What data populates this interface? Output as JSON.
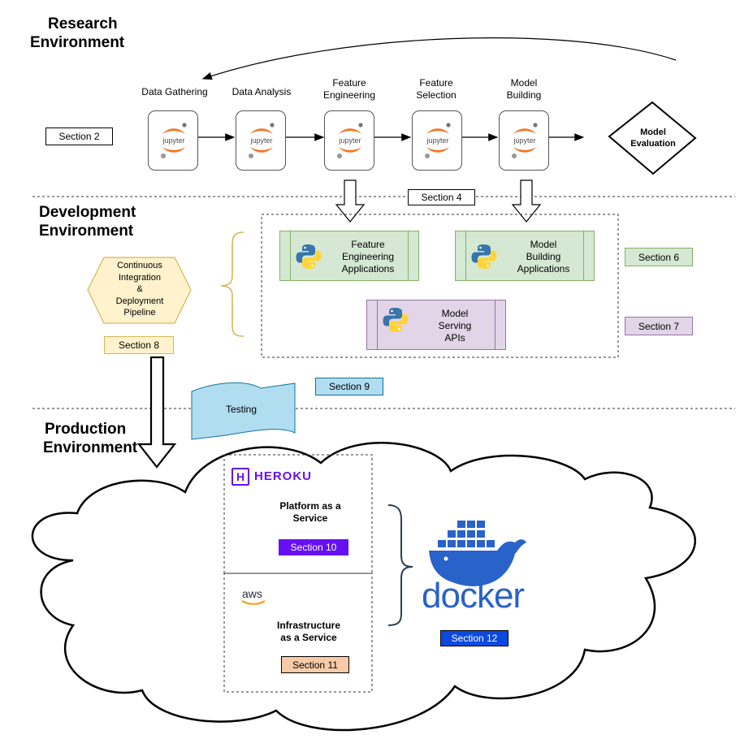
{
  "colors": {
    "green_fill": "#d5e8d4",
    "green_border": "#82b366",
    "purple_fill": "#e1d5e7",
    "purple_border": "#9673a6",
    "yellow_fill": "#fff2cc",
    "yellow_border": "#d6b656",
    "blue_fill": "#b1ddf0",
    "blue_border": "#10739e",
    "heroku_purple": "#6610f2",
    "aws_fill": "#f8cba8",
    "docker_blue": "#0db7ed",
    "docker_dark": "#2962c8"
  },
  "headings": {
    "research": [
      "Research",
      "Environment"
    ],
    "development": [
      "Development",
      "Environment"
    ],
    "production": [
      "Production",
      "Environment"
    ]
  },
  "research": {
    "steps": [
      {
        "label": [
          "Data Gathering"
        ],
        "icon": "jupyter-icon"
      },
      {
        "label": [
          "Data Analysis"
        ],
        "icon": "jupyter-icon"
      },
      {
        "label": [
          "Feature",
          "Engineering"
        ],
        "icon": "jupyter-icon"
      },
      {
        "label": [
          "Feature",
          "Selection"
        ],
        "icon": "jupyter-icon"
      },
      {
        "label": [
          "Model",
          "Building"
        ],
        "icon": "jupyter-icon"
      }
    ],
    "notebook_text": "jupyter",
    "evaluation": [
      "Model",
      "Evaluation"
    ],
    "section": "Section 2"
  },
  "development": {
    "section_4": "Section 4",
    "apps": [
      {
        "label": [
          "Feature",
          "Engineering",
          "Applications"
        ],
        "icon": "python-icon"
      },
      {
        "label": [
          "Model",
          "Building",
          "Applications"
        ],
        "icon": "python-icon"
      },
      {
        "label": [
          "Model",
          "Serving",
          "APIs"
        ],
        "icon": "python-icon"
      }
    ],
    "section_6": "Section 6",
    "section_7": "Section 7",
    "pipeline": [
      "Continuous",
      "Integration",
      "&",
      "Deployment",
      "Pipeline"
    ],
    "section_8": "Section 8",
    "section_9": "Section 9",
    "testing": "Testing"
  },
  "production": {
    "heroku_wordmark": "HEROKU",
    "heroku_mark": "H",
    "paas": [
      "Platform as a",
      "Service"
    ],
    "section_10": "Section 10",
    "aws_wordmark": "aws",
    "iaas": [
      "Infrastructure",
      "as a Service"
    ],
    "section_11": "Section 11",
    "docker_wordmark": "docker",
    "section_12": "Section 12"
  }
}
